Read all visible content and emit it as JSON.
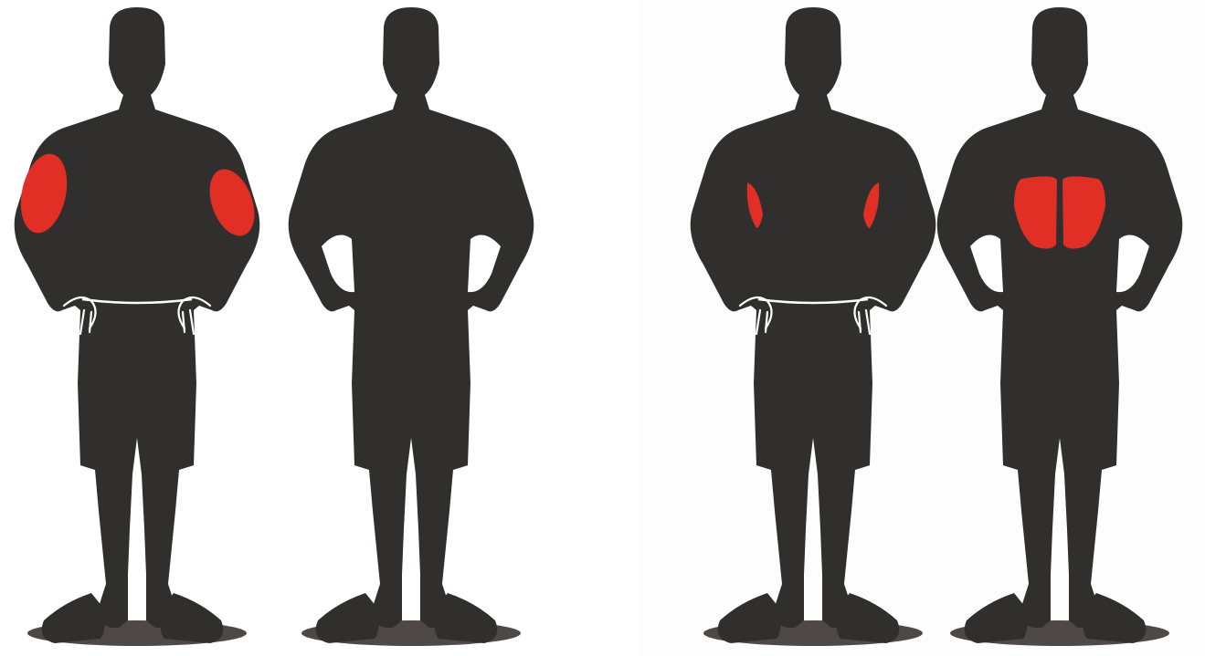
{
  "colors": {
    "silhouette": "#312f2d",
    "highlight": "#e22f25",
    "shadow": "#4e4846",
    "outline": "#ffffff",
    "background": "#ffffff"
  },
  "figures": [
    {
      "name": "figure-1",
      "view": "front",
      "highlighted_muscle": "triceps"
    },
    {
      "name": "figure-2",
      "view": "back",
      "highlighted_muscle": "none"
    },
    {
      "name": "figure-3",
      "view": "front",
      "highlighted_muscle": "lats"
    },
    {
      "name": "figure-4",
      "view": "back",
      "highlighted_muscle": "lats"
    }
  ]
}
